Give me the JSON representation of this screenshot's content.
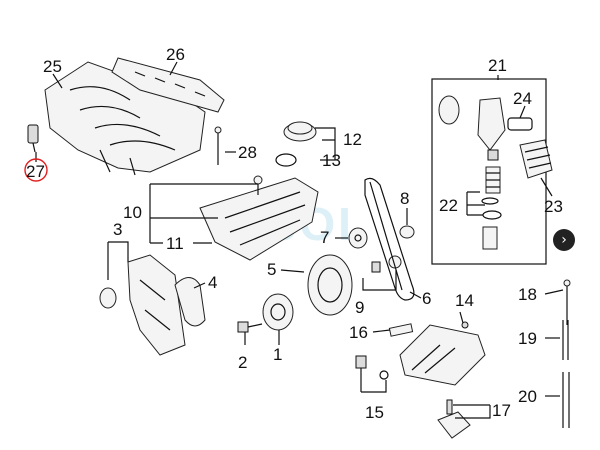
{
  "callouts": {
    "c1": "1",
    "c2": "2",
    "c3": "3",
    "c4": "4",
    "c5": "5",
    "c6": "6",
    "c7": "7",
    "c8": "8",
    "c9": "9",
    "c10": "10",
    "c11": "11",
    "c12": "12",
    "c13": "13",
    "c14": "14",
    "c15": "15",
    "c16": "16",
    "c17": "17",
    "c18": "18",
    "c19": "19",
    "c20": "20",
    "c21": "21",
    "c22": "22",
    "c23": "23",
    "c24": "24",
    "c25": "25",
    "c26": "26",
    "c27": "27",
    "c28": "28"
  },
  "highlight": {
    "callout": "27",
    "color": "#e02020"
  },
  "navigation": {
    "next_icon": "chevron-right-icon",
    "next_glyph": "›"
  }
}
